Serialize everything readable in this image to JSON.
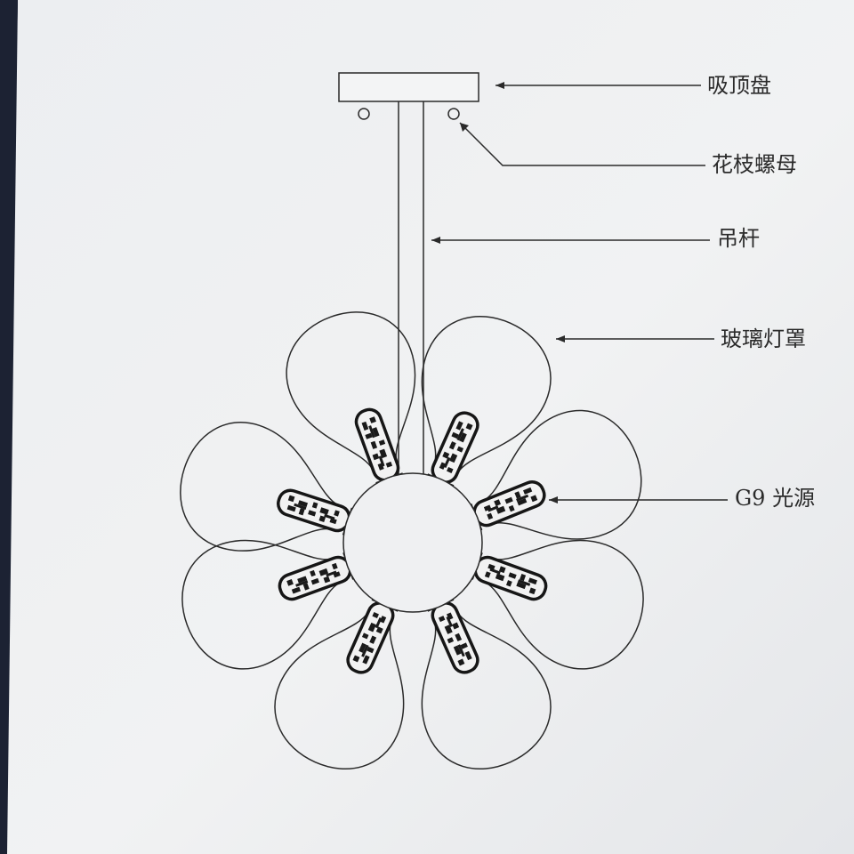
{
  "diagram": {
    "labels": {
      "canopy": "吸顶盘",
      "nut": "花枝螺母",
      "rod": "吊杆",
      "shade": "玻璃灯罩",
      "light_source": "G9 光源"
    },
    "lamp_count": 8,
    "colors": {
      "paper": "#eef0f2",
      "ink": "#2a2a2a",
      "socket": "#161616",
      "background": "#1c2233"
    }
  }
}
